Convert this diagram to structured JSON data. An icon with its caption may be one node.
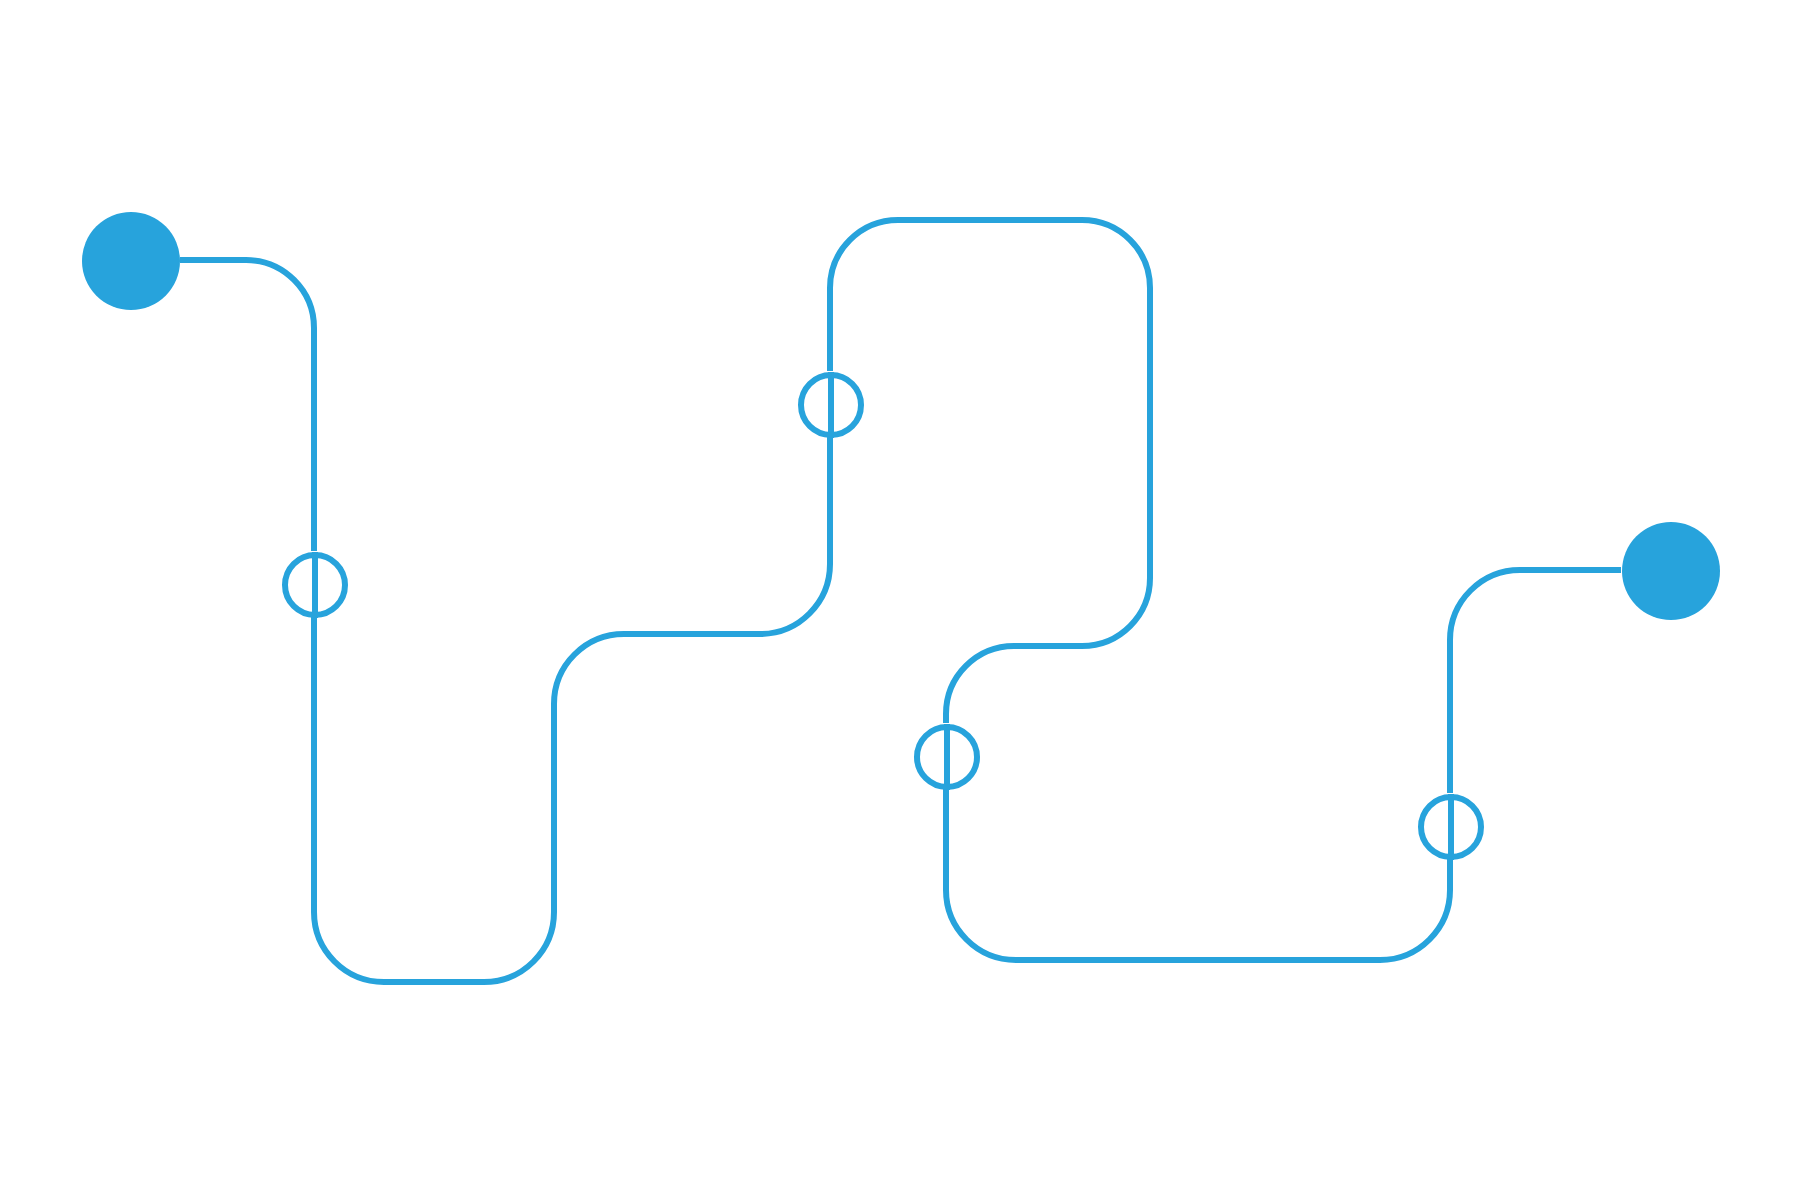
{
  "diagram": {
    "nodes": [
      {
        "text": [],
        "shape": "circle"
      },
      {
        "text": [],
        "shape": "ring"
      },
      {
        "text": [],
        "shape": "ring"
      },
      {
        "text": [],
        "shape": "ring"
      },
      {
        "text": [],
        "shape": "ring"
      },
      {
        "text": [],
        "shape": "circle"
      }
    ],
    "edges": [
      {
        "from": 0,
        "to": 1,
        "arrow": "none"
      },
      {
        "from": 1,
        "to": 2,
        "arrow": "none"
      },
      {
        "from": 2,
        "to": 3,
        "arrow": "none"
      },
      {
        "from": 3,
        "to": 4,
        "arrow": "none"
      },
      {
        "from": 4,
        "to": 5,
        "arrow": "none"
      }
    ]
  }
}
